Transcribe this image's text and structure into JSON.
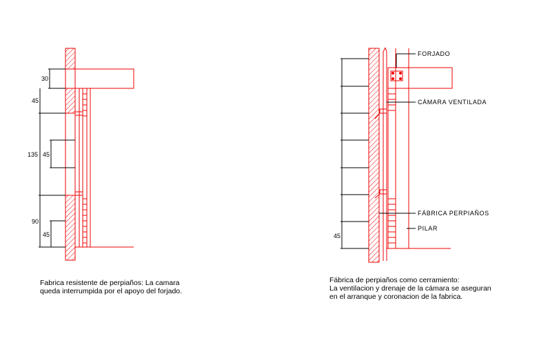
{
  "colors": {
    "wall": "#ee0000",
    "dimension": "#000000",
    "background": "#ffffff"
  },
  "left_detail": {
    "dimensions": [
      "30",
      "45",
      "135",
      "45",
      "90",
      "45"
    ],
    "caption_lines": [
      "Fabrica resistente de perpiaños: La camara",
      "queda interrumpida por el apoyo del forjado."
    ]
  },
  "right_detail": {
    "dimensions": [
      "45"
    ],
    "labels": {
      "forjado": "FORJADO",
      "camara": "CÁMARA VENTILADA",
      "fabrica": "FÁBRICA PERPIAÑOS",
      "pilar": "PILAR"
    },
    "caption_lines": [
      "Fábrica de perpiaños como cerramiento:",
      "La ventilacion y drenaje de la cámara se aseguran",
      "en el arranque y coronacion de la fabrica."
    ]
  }
}
